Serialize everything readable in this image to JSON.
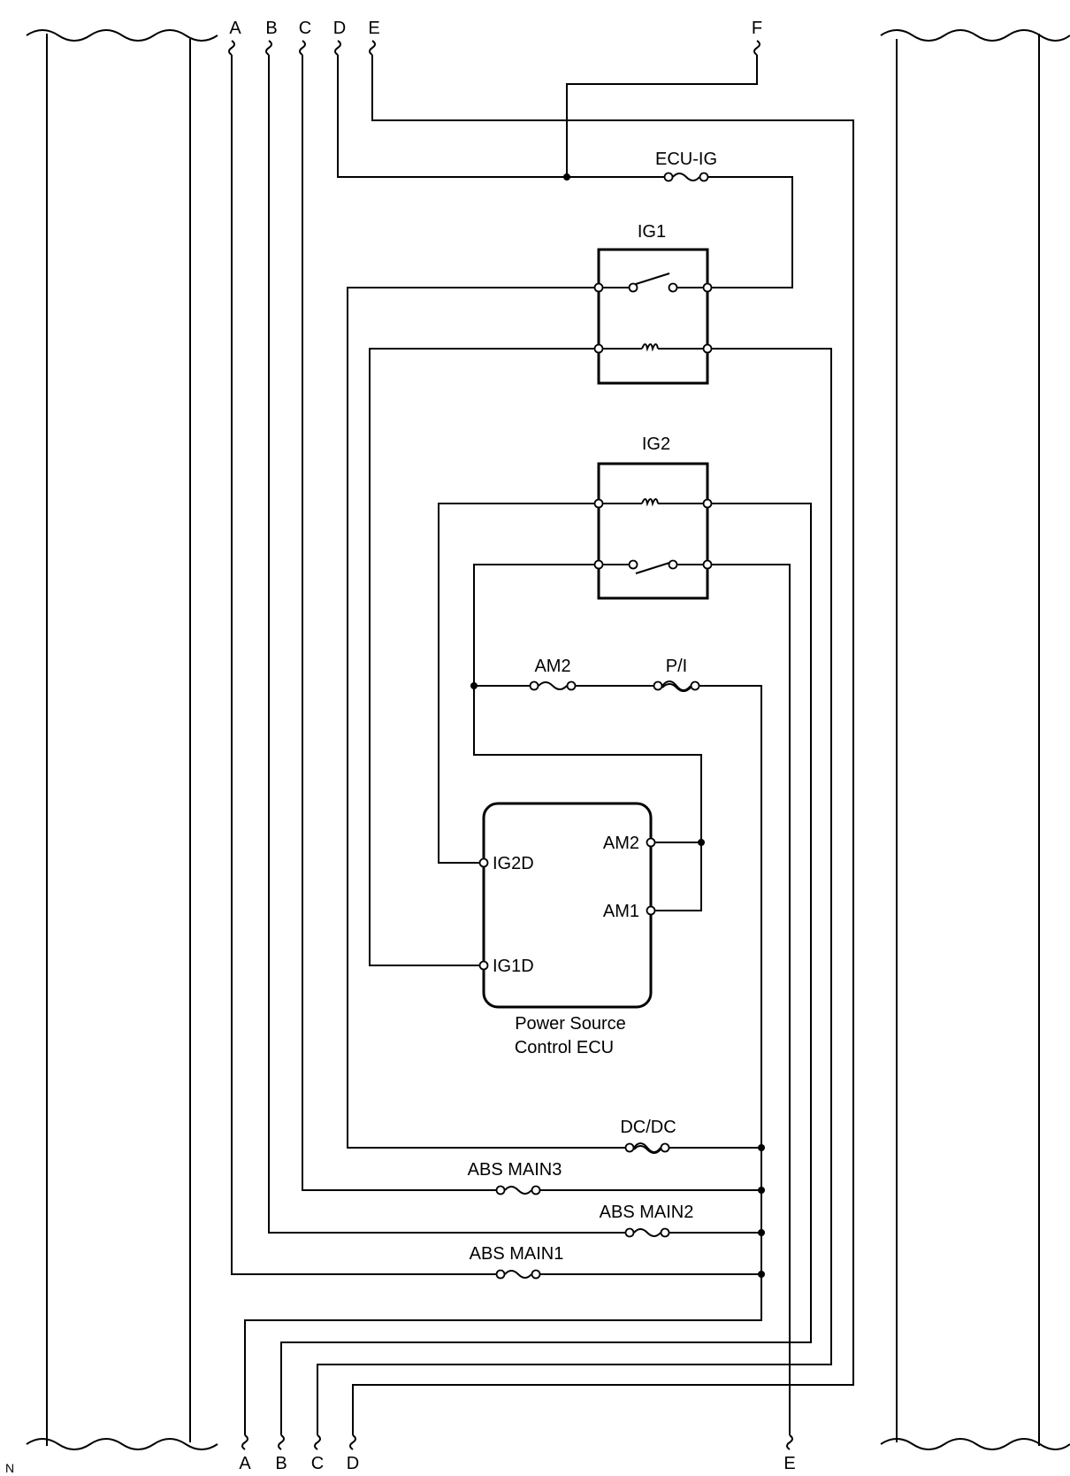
{
  "connectors_top": [
    "A",
    "B",
    "C",
    "D",
    "E",
    "F"
  ],
  "connectors_bottom": [
    "A",
    "B",
    "C",
    "D",
    "E"
  ],
  "fuses": {
    "ecu_ig": "ECU-IG",
    "am2": "AM2",
    "pi": "P/I",
    "dcdc": "DC/DC",
    "abs_main3": "ABS MAIN3",
    "abs_main2": "ABS MAIN2",
    "abs_main1": "ABS MAIN1"
  },
  "relays": {
    "ig1": "IG1",
    "ig2": "IG2"
  },
  "ecu": {
    "name_line1": "Power Source",
    "name_line2": "Control ECU",
    "pins": {
      "am2": "AM2",
      "am1": "AM1",
      "ig2d": "IG2D",
      "ig1d": "IG1D"
    }
  },
  "corner_label": "N"
}
